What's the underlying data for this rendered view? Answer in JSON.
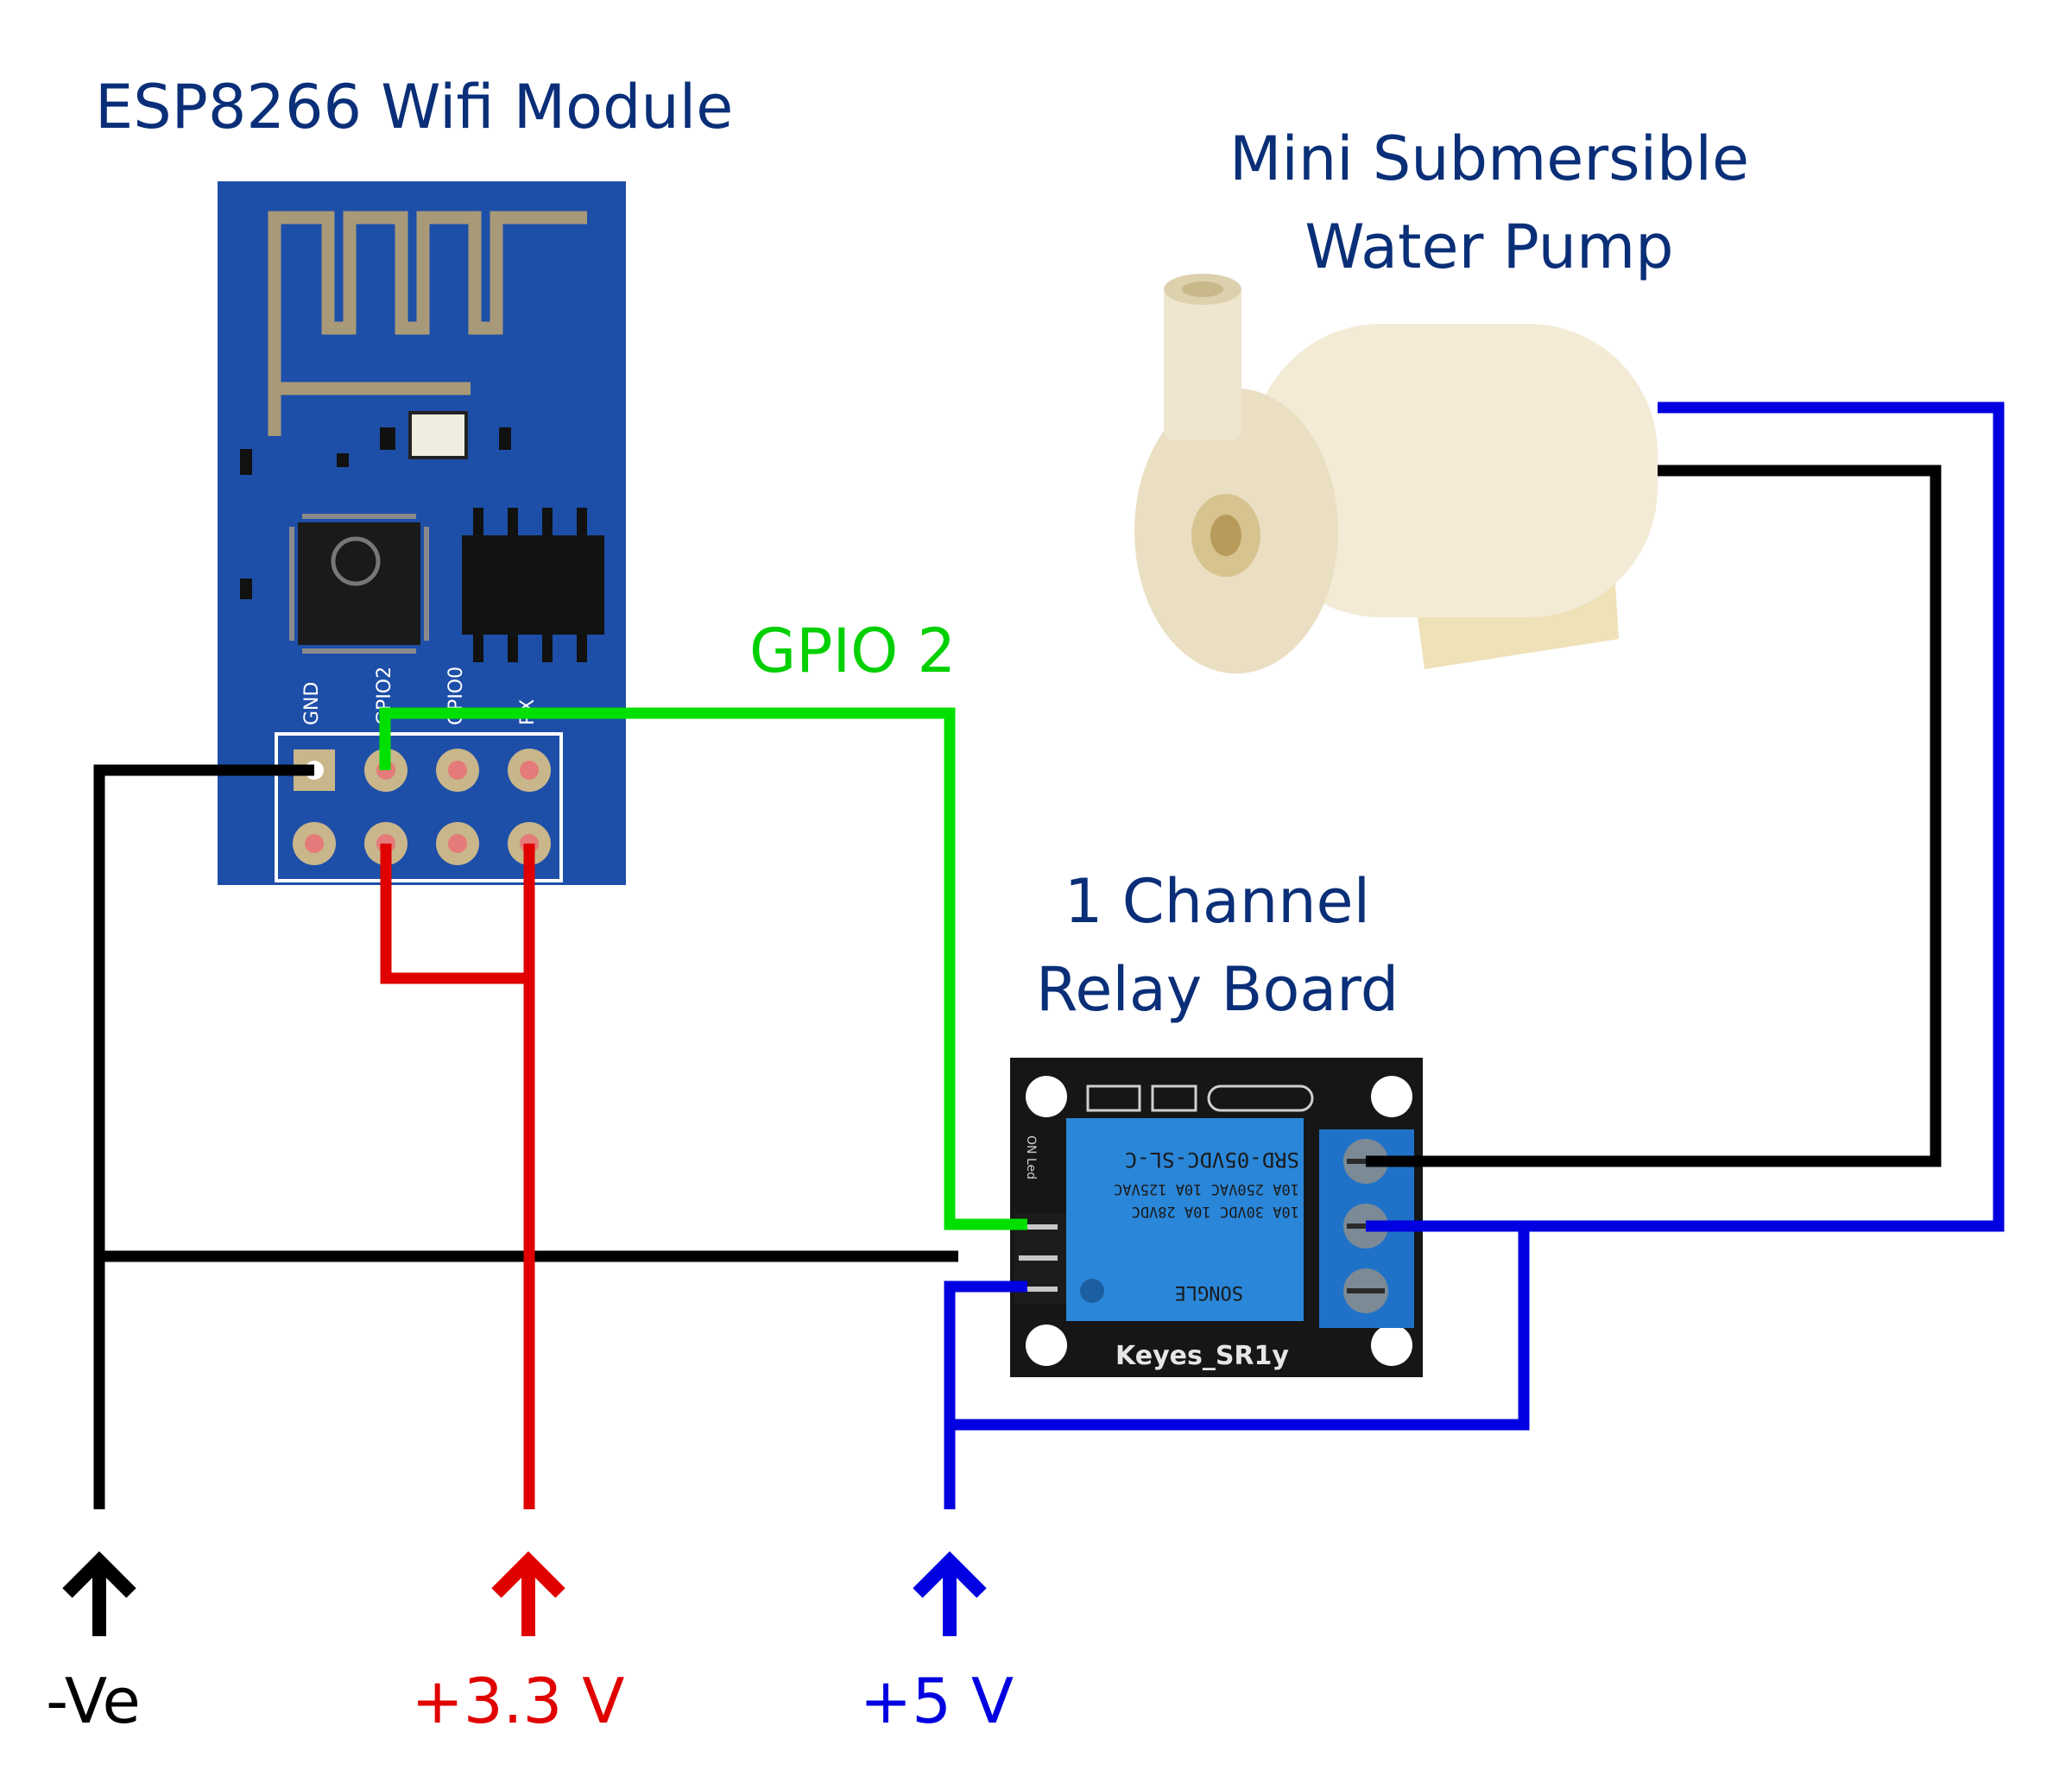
{
  "titles": {
    "esp": "ESP8266 Wifi Module",
    "pump_line1": "Mini Submersible",
    "pump_line2": "Water Pump",
    "relay_line1": "1 Channel",
    "relay_line2": "Relay Board"
  },
  "wire_label": "GPIO 2",
  "esp_pins": {
    "gnd": "GND",
    "gpio2": "GPIO2",
    "gpio0": "GPIO0",
    "rx": "RX"
  },
  "relay_markings": {
    "model": "SRD-05VDC-SL-C",
    "rating1": "10A 250VAC  10A 125VAC",
    "rating2": "10A 30VDC  10A 28VDC",
    "brand": "SONGLE",
    "board_name": "Keyes_SR1y",
    "led": "ON Led"
  },
  "power_labels": {
    "negative": "-Ve",
    "v33": "+3.3 V",
    "v5": "+5 V"
  },
  "colors": {
    "title": "#0a2f78",
    "gpio_wire": "#00e000",
    "v33_wire": "#e00000",
    "v5_wire": "#0000e0",
    "ground_wire": "#000000",
    "pcb": "#1e4fa8",
    "relay_blue": "#2a86d8"
  }
}
